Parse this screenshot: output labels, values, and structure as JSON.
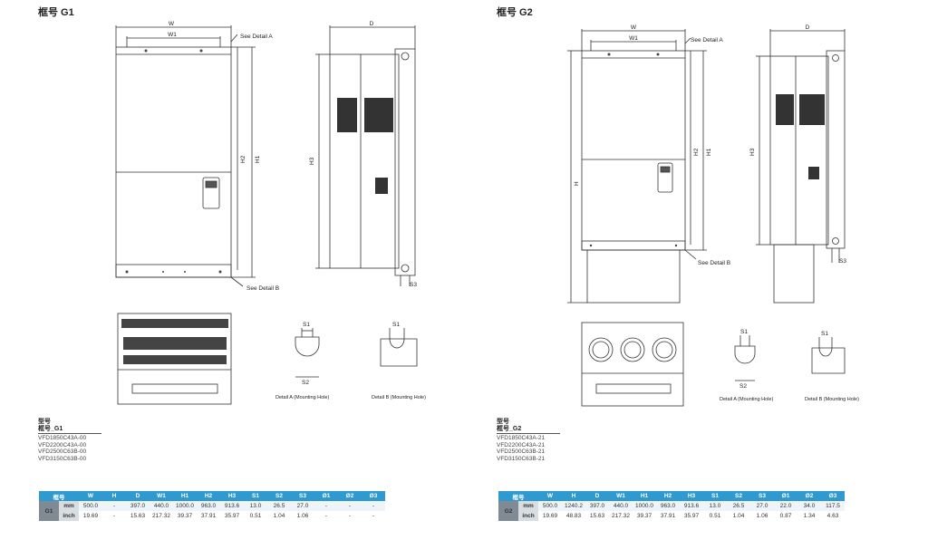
{
  "left": {
    "title": "框号 G1",
    "labels": {
      "w": "W",
      "w1": "W1",
      "d": "D",
      "h1": "H1",
      "h2": "H2",
      "h3": "H3",
      "s1": "S1",
      "s2": "S2",
      "s3": "S3",
      "detail_a_callout": "See Detail A",
      "detail_b_callout": "See Detail B",
      "detail_a_caption": "Detail A (Mounting Hole)",
      "detail_b_caption": "Detail B (Mounting Hole)"
    },
    "models": {
      "header1": "型号",
      "header2": "框号_G1",
      "items": [
        "VFD1850C43A-00",
        "VFD2200C43A-00",
        "VFD2500C63B-00",
        "VFD3150C63B-00"
      ]
    },
    "table": {
      "headers": [
        "框号",
        "",
        "W",
        "H",
        "D",
        "W1",
        "H1",
        "H2",
        "H3",
        "S1",
        "S2",
        "S3",
        "Ø1",
        "Ø2",
        "Ø3"
      ],
      "frame": "G1",
      "rows": [
        {
          "unit": "mm",
          "values": [
            "500.0",
            "-",
            "397.0",
            "440.0",
            "1000.0",
            "963.0",
            "913.6",
            "13.0",
            "26.5",
            "27.0",
            "-",
            "-",
            "-"
          ]
        },
        {
          "unit": "inch",
          "values": [
            "19.69",
            "-",
            "15.63",
            "217.32",
            "39.37",
            "37.91",
            "35.97",
            "0.51",
            "1.04",
            "1.06",
            "-",
            "-",
            "-"
          ]
        }
      ]
    }
  },
  "right": {
    "title": "框号 G2",
    "labels": {
      "w": "W",
      "w1": "W1",
      "d": "D",
      "h": "H",
      "h1": "H1",
      "h2": "H2",
      "h3": "H3",
      "s1": "S1",
      "s2": "S2",
      "s3": "S3",
      "detail_a_callout": "See Detail A",
      "detail_b_callout": "See Detail B",
      "detail_a_caption": "Detail A (Mounting Hole)",
      "detail_b_caption": "Detail B (Mounting Hole)"
    },
    "models": {
      "header1": "型号",
      "header2": "框号_G2",
      "items": [
        "VFD1850C43A-21",
        "VFD2200C43A-21",
        "VFD2500C63B-21",
        "VFD3150C63B-21"
      ]
    },
    "table": {
      "headers": [
        "框号",
        "",
        "W",
        "H",
        "D",
        "W1",
        "H1",
        "H2",
        "H3",
        "S1",
        "S2",
        "S3",
        "Ø1",
        "Ø2",
        "Ø3"
      ],
      "frame": "G2",
      "rows": [
        {
          "unit": "mm",
          "values": [
            "500.0",
            "1240.2",
            "397.0",
            "440.0",
            "1000.0",
            "963.0",
            "913.6",
            "13.0",
            "26.5",
            "27.0",
            "22.0",
            "34.0",
            "117.5"
          ]
        },
        {
          "unit": "inch",
          "values": [
            "19.69",
            "48.83",
            "15.63",
            "217.32",
            "39.37",
            "37.91",
            "35.97",
            "0.51",
            "1.04",
            "1.06",
            "0.87",
            "1.34",
            "4.63"
          ]
        }
      ]
    }
  }
}
